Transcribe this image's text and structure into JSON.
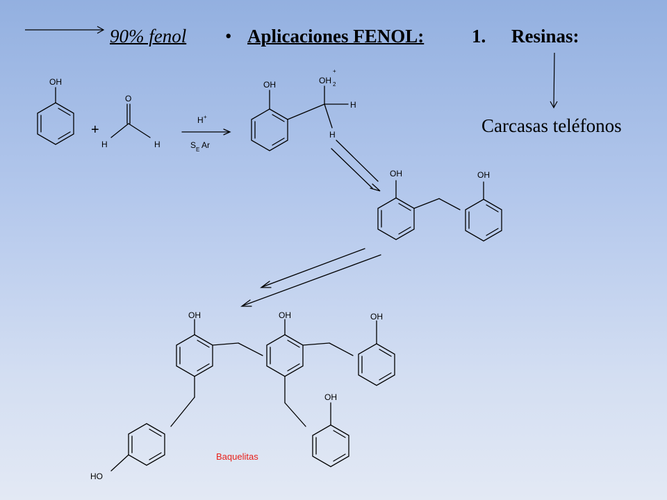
{
  "header": {
    "phenol_pct": "90% fenol",
    "bullet": "•",
    "title": "Aplicaciones FENOL:",
    "number": "1.",
    "item": "Resinas:"
  },
  "note": "Carcasas teléfonos",
  "scheme": {
    "oh": "OH",
    "ho": "HO",
    "o": "O",
    "h": "H",
    "plus": "+",
    "reagent_h": "H",
    "reagent_plus": "+",
    "s": "S",
    "e": "E",
    "ar": "Ar",
    "oh2_base": "OH",
    "oh2_sub": "2",
    "oh2_charge": "+",
    "product_label": "Baquelitas"
  },
  "colors": {
    "product_label": "#e8201a",
    "ink": "#000000"
  }
}
